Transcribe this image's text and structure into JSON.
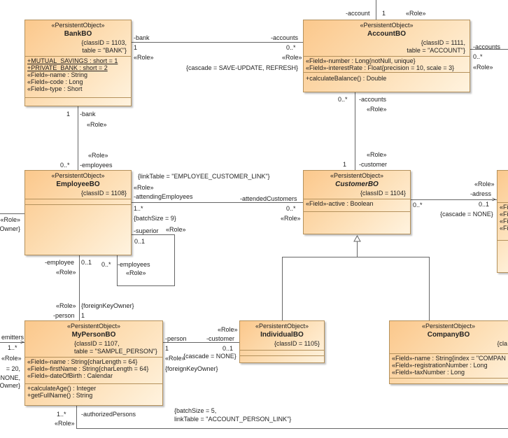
{
  "classes": {
    "bank": {
      "stereotype": "«PersistentObject»",
      "name": "BankBO",
      "tags": [
        "{classID = 1103,",
        "table = \"BANK\"}"
      ],
      "attributes": [
        "+MUTUAL_SAVINGS : short = 1",
        "+PRIVATE_BANK : short = 2",
        "«Field»-name : String",
        "«Field»-code : Long",
        "«Field»-type : Short"
      ]
    },
    "account": {
      "stereotype": "«PersistentObject»",
      "name": "AccountBO",
      "tags": [
        "{classID = 1111,",
        "table = \"ACCOUNT\"}"
      ],
      "attributes": [
        "«Field»-number : Long{notNull, unique}",
        "«Field»-interestRate : Float{precision = 10, scale = 3}"
      ],
      "operations": [
        "+calculateBalance() : Double"
      ]
    },
    "employee": {
      "stereotype": "«PersistentObject»",
      "name": "EmployeeBO",
      "tags": [
        "{classID = 1108}"
      ]
    },
    "customer": {
      "stereotype": "«PersistentObject»",
      "name": "CustomerBO",
      "tags": [
        "{classID = 1104}"
      ],
      "attributes": [
        "«Field»-active : Boolean"
      ]
    },
    "person": {
      "stereotype": "«PersistentObject»",
      "name": "MyPersonBO",
      "tags": [
        "{classID = 1107,",
        "table = \"SAMPLE_PERSON\"}"
      ],
      "attributes": [
        "«Field»-name : String{charLength = 64}",
        "«Field»-firstName : String{charLength = 64}",
        "«Field»-dateOfBirth : Calendar"
      ],
      "operations": [
        "+calculateAge() : Integer",
        "+getFullName() : String"
      ]
    },
    "individual": {
      "stereotype": "«PersistentObject»",
      "name": "IndividualBO",
      "tags": [
        "{classID = 1105}"
      ]
    },
    "company": {
      "stereotype": "«PersistentObject»",
      "name": "CompanyBO",
      "tags": [
        "{cla"
      ],
      "attributes": [
        "«Field»-name : String{index = \"COMPAN",
        "«Field»-registrationNumber : Long",
        "«Field»-taxNumber : Long"
      ]
    },
    "address": {
      "attributes": [
        "«Fi",
        "«Fi",
        "«Fi",
        "«Fi"
      ]
    }
  },
  "labels": [
    "-bank",
    "1",
    "«Role»",
    "-accounts",
    "0..*",
    "«Role»",
    "{cascade = SAVE-UPDATE, REFRESH}",
    "-account",
    "1",
    "«Role»",
    "-accounts",
    "0..*",
    "«Role»",
    "1",
    "-bank",
    "«Role»",
    "«Role»",
    "0..*",
    "-employees",
    "0..*",
    "-accounts",
    "«Role»",
    "«Role»",
    "1",
    "-customer",
    "{linkTable = \"EMPLOYEE_CUSTOMER_LINK\"}",
    "«Role»",
    "-attendingEmployees",
    "1..*",
    "{batchSize = 9}",
    "-attendedCustomers",
    "0..*",
    "«Role»",
    "-superior",
    "«Role»",
    "0..1",
    "-employee",
    "0..1",
    "«Role»",
    "0..*",
    "-employees",
    "«Role»",
    "«Role»",
    "{foreignKeyOwner}",
    "-person",
    "1",
    "«Role»",
    "-adress",
    "0..1",
    "{cascade = NONE}",
    "0..*",
    "«Role»",
    "Owner}",
    "emitters",
    "1..*",
    "«Role»",
    "= 20,",
    "NONE,",
    "Owner}",
    "-person",
    "1",
    "«Role»",
    "{foreignKeyOwner}",
    "«Role»",
    "-customer",
    "0..1",
    "{cascade = NONE}",
    "1..*",
    "«Role»",
    "-authorizedPersons",
    "{batchSize = 5,",
    "linkTable = \"ACCOUNT_PERSON_LINK\"}"
  ]
}
